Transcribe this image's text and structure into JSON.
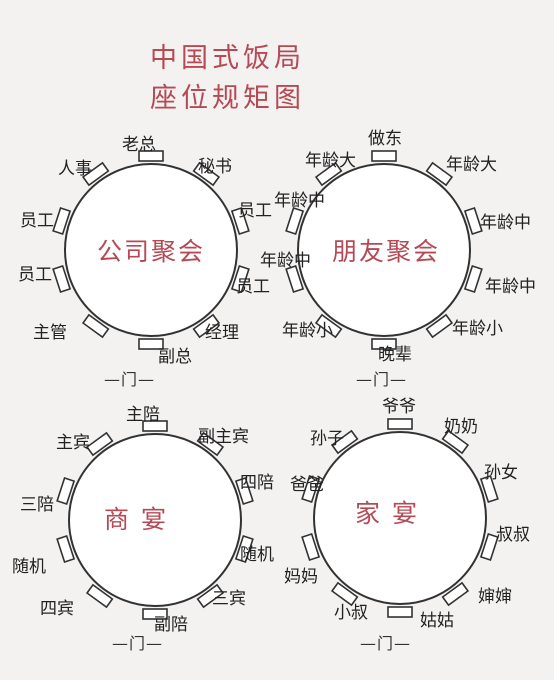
{
  "title_line1": "中国式饭局",
  "title_line2": "座位规矩图",
  "accent_color": "#b54a55",
  "tables": [
    {
      "id": "company",
      "center": "公司聚会",
      "door": "—门—",
      "seats": [
        "老总",
        "秘书",
        "员工",
        "员工",
        "经理",
        "副总",
        "主管",
        "员工",
        "员工",
        "人事"
      ]
    },
    {
      "id": "friends",
      "center": "朋友聚会",
      "door": "—门—",
      "seats": [
        "做东",
        "年龄大",
        "年龄中",
        "年龄中",
        "年龄小",
        "晚辈",
        "年龄小",
        "年龄中",
        "年龄中",
        "年龄大"
      ]
    },
    {
      "id": "business",
      "center": "商 宴",
      "door": "—门—",
      "seats": [
        "主陪",
        "副主宾",
        "四陪",
        "随机",
        "三宾",
        "副陪",
        "四宾",
        "随机",
        "三陪",
        "主宾"
      ]
    },
    {
      "id": "family",
      "center": "家 宴",
      "door": "—门—",
      "seats": [
        "爷爷",
        "奶奶",
        "孙女",
        "叔叔",
        "婶婶",
        "姑姑",
        "小叔",
        "妈妈",
        "爸爸",
        "孙子"
      ]
    }
  ]
}
